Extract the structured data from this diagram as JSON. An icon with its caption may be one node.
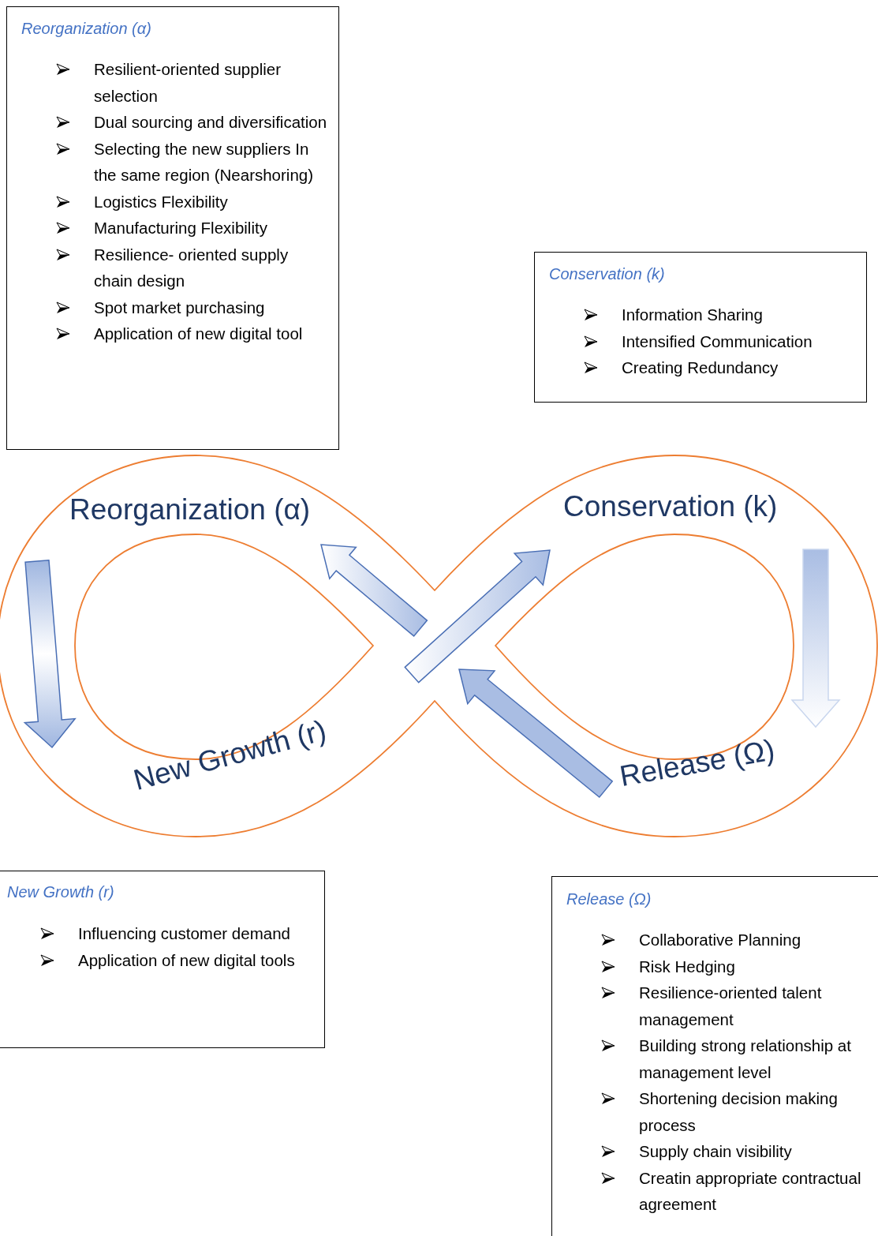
{
  "diagram": {
    "nodes": [
      {
        "text": [
          "Reorganization (α)",
          "Resilient-oriented supplier selection",
          "Dual sourcing and diversification",
          "Selecting the new suppliers In the same region (Nearshoring)",
          "Logistics Flexibility",
          "Manufacturing Flexibility",
          "Resilience- oriented supply chain design",
          "Spot market purchasing",
          "Application of new digital tool"
        ]
      },
      {
        "text": [
          "Conservation (k)",
          "Information Sharing",
          "Intensified Communication",
          "Creating Redundancy"
        ]
      },
      {
        "text": [
          "New Growth (r)",
          "Influencing customer demand",
          "Application of new digital tools"
        ]
      },
      {
        "text": [
          "Release  (Ω)",
          "Collaborative Planning",
          "Risk Hedging",
          "Resilience-oriented talent management",
          "Building strong relationship at management level",
          "Shortening decision making process",
          "Supply chain visibility",
          "Creatin appropriate contractual agreement"
        ]
      }
    ],
    "labels": [
      "Reorganization (α)",
      "Conservation (k)",
      "New Growth (r)",
      "Release (Ω)"
    ]
  }
}
